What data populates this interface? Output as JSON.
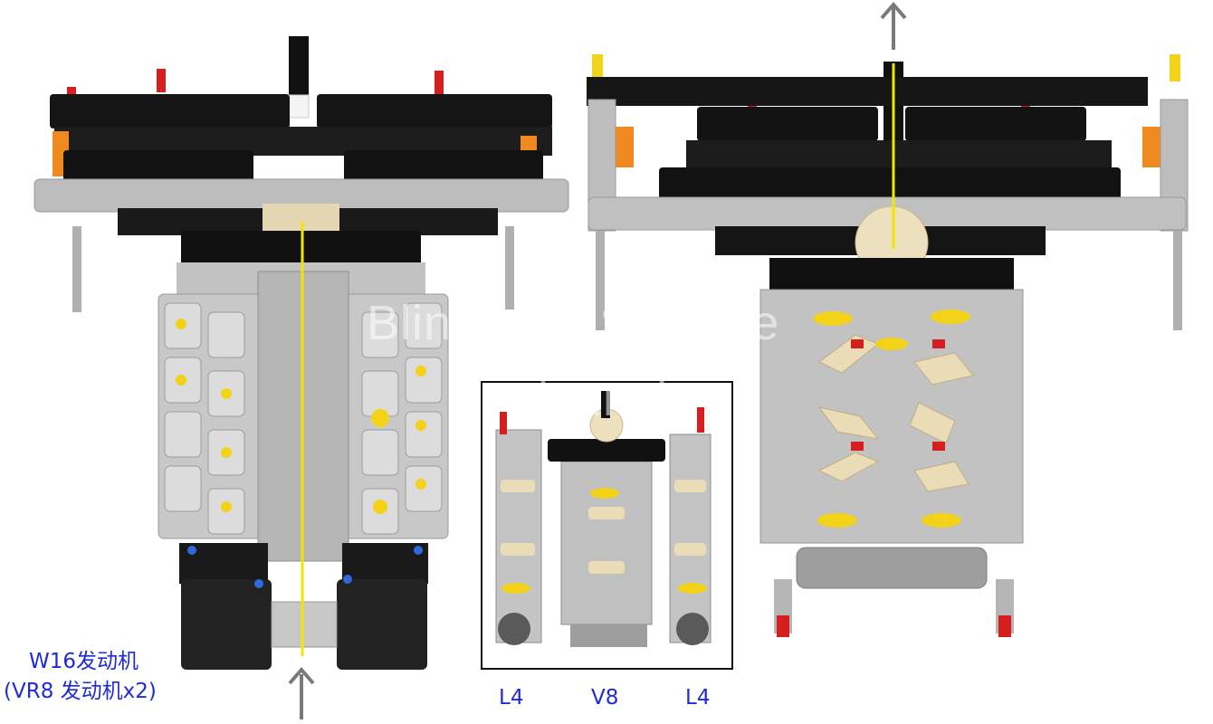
{
  "caption": {
    "line1": "W16发动机",
    "line2": "(VR8 发动机x2)"
  },
  "inset_labels": {
    "left": "L4",
    "center": "V8",
    "right": "L4"
  },
  "watermark": {
    "line1": "Blind with Science",
    "line2": "ziyunch"
  },
  "colors": {
    "label": "#1f2bd6",
    "axis_line": "#f2e600",
    "arrow": "#7a7a7a",
    "frame_black": "#111111",
    "frame_gray": "#bdbdbd",
    "accent_red": "#d62020",
    "accent_yellow": "#f3d21a",
    "accent_orange": "#f08a1f",
    "accent_tan": "#eadcb7"
  }
}
